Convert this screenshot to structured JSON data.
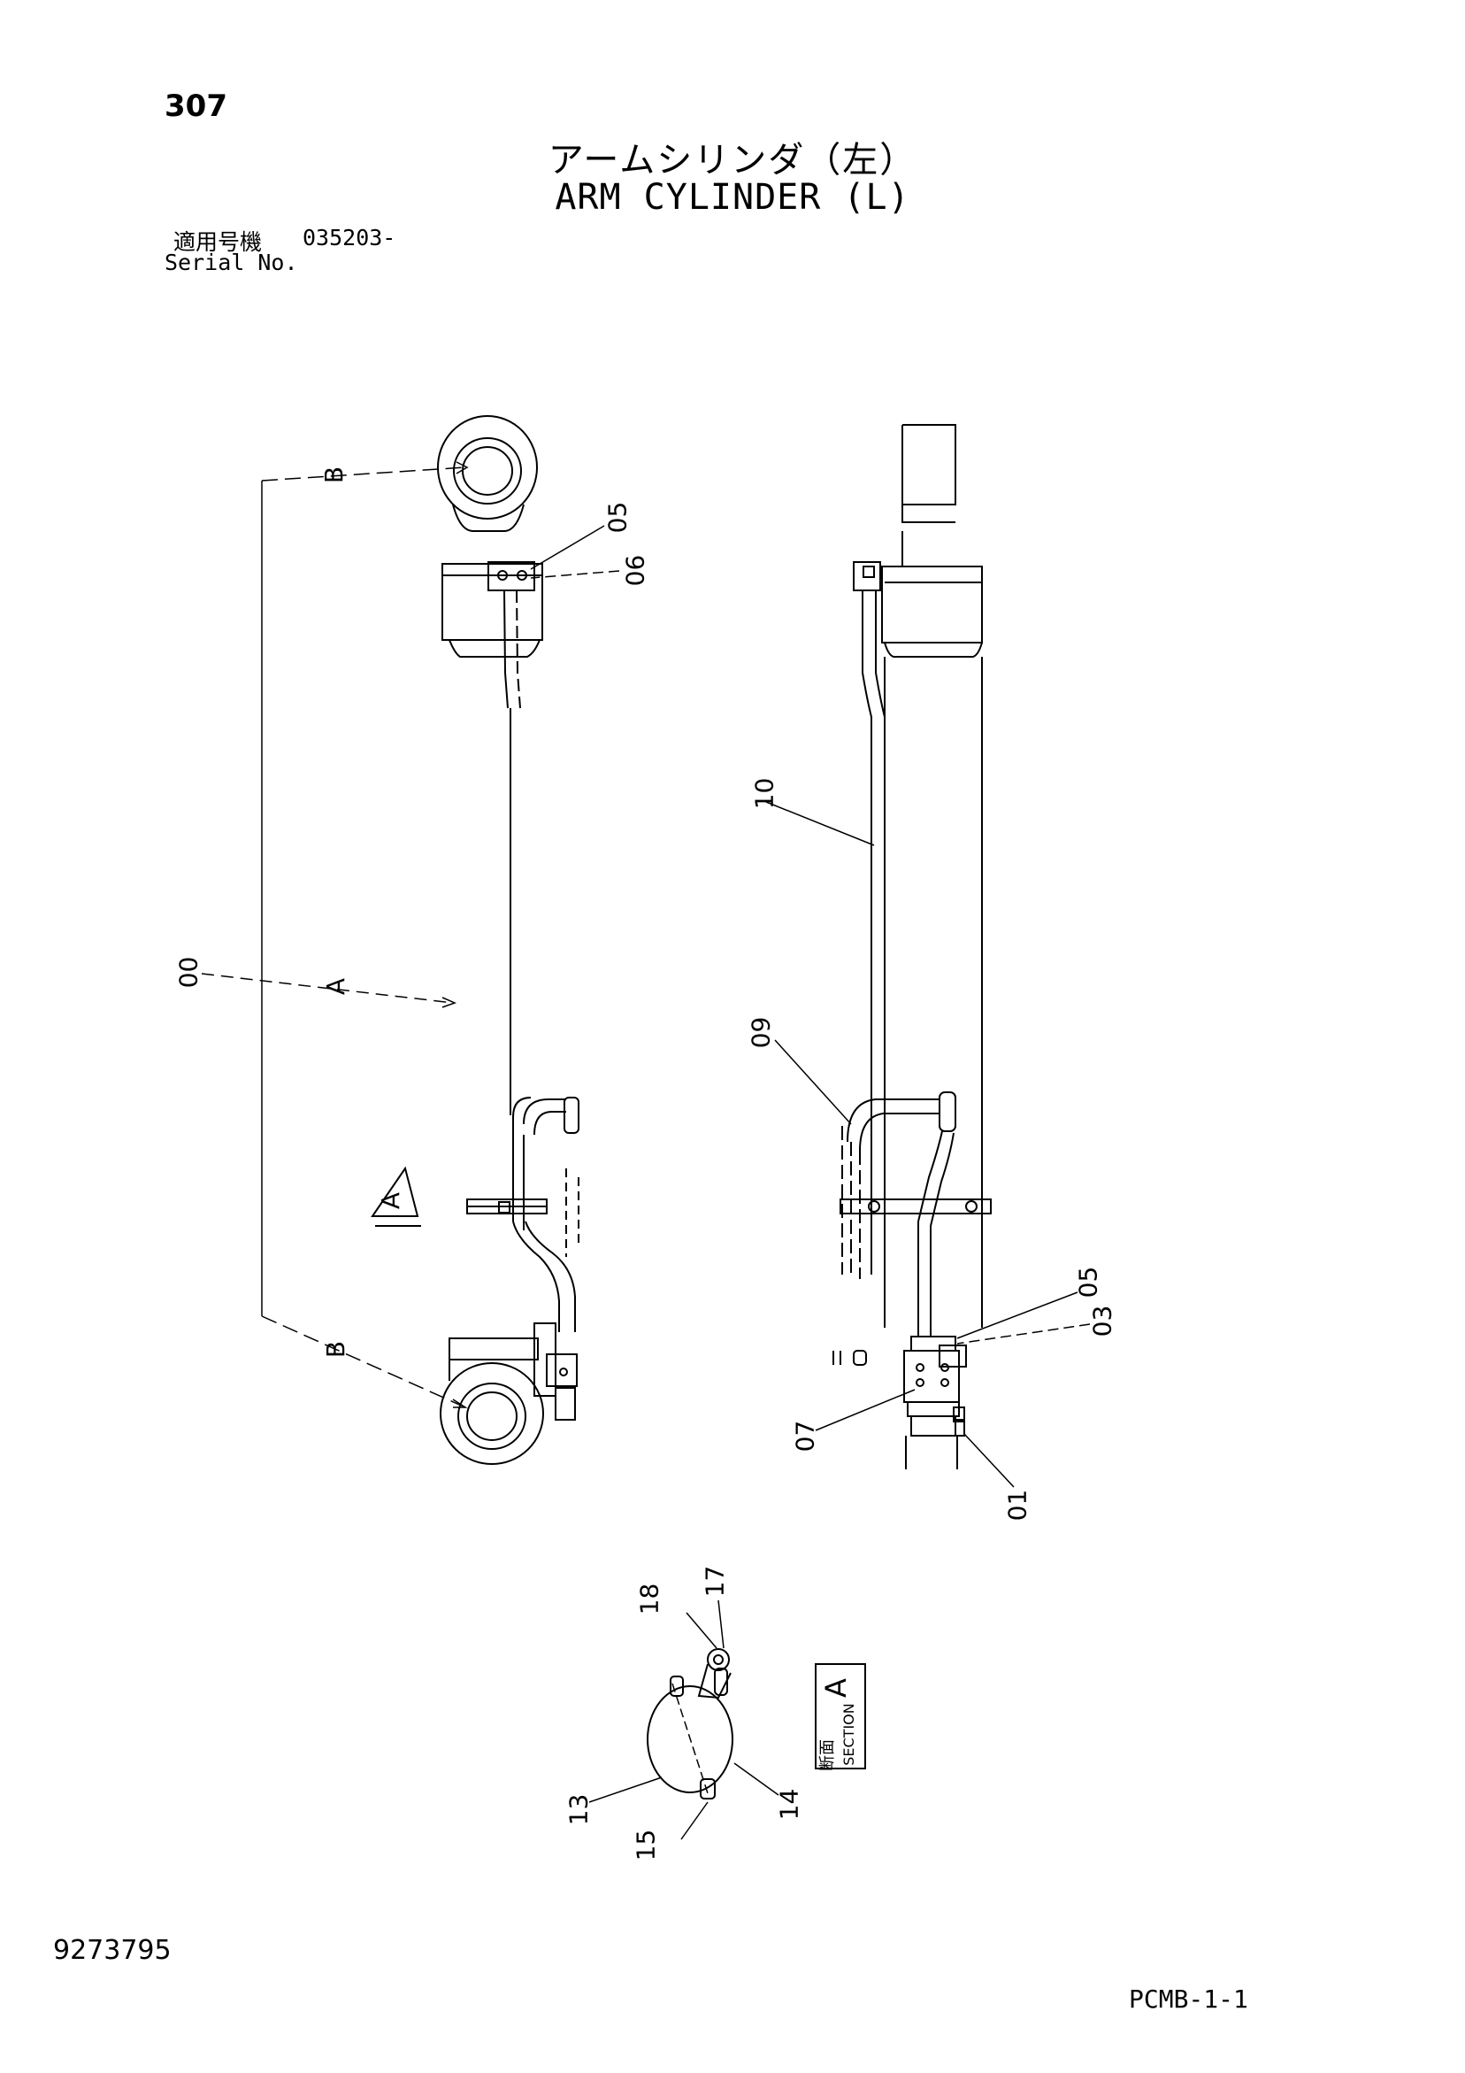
{
  "header": {
    "page_number": "307",
    "title_ja": "アームシリンダ（左）",
    "title_en": "ARM CYLINDER (L)",
    "serial_label_ja": "適用号機",
    "serial_value": "035203-",
    "serial_label_en": "Serial No."
  },
  "callouts": {
    "c00": "00",
    "c01": "01",
    "c03": "03",
    "c05": "05",
    "c06": "06",
    "c07": "07",
    "c09": "09",
    "c10": "10",
    "c13": "13",
    "c14": "14",
    "c15": "15",
    "c17": "17",
    "c18": "18",
    "cA": "A",
    "cB": "B"
  },
  "section_box": {
    "label_ja": "断面",
    "label_en": "SECTION",
    "letter": "A"
  },
  "view_marker": {
    "letter": "A"
  },
  "footer": {
    "doc_number": "9273795",
    "sheet_code": "PCMB-1-1"
  }
}
